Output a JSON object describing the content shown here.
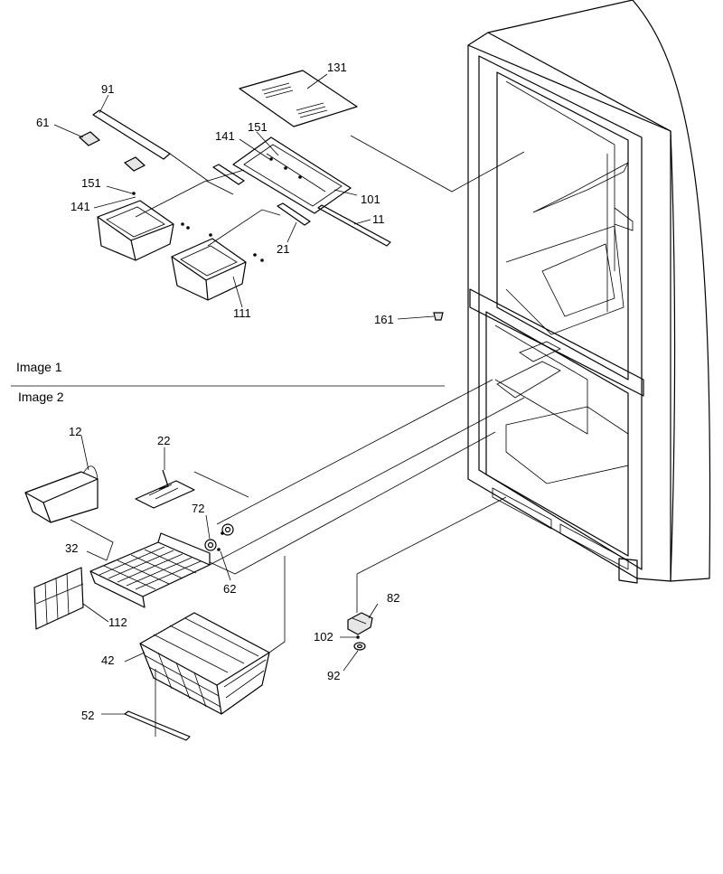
{
  "sections": {
    "image1": "Image 1",
    "image2": "Image 2"
  },
  "callouts": {
    "c131": "131",
    "c91": "91",
    "c61": "61",
    "c151a": "151",
    "c141a": "141",
    "c151b": "151",
    "c141b": "141",
    "c101": "101",
    "c11": "11",
    "c21": "21",
    "c111": "111",
    "c161": "161",
    "c12": "12",
    "c22": "22",
    "c72": "72",
    "c62": "62",
    "c32": "32",
    "c112": "112",
    "c42": "42",
    "c52": "52",
    "c82": "82",
    "c102": "102",
    "c92": "92"
  }
}
